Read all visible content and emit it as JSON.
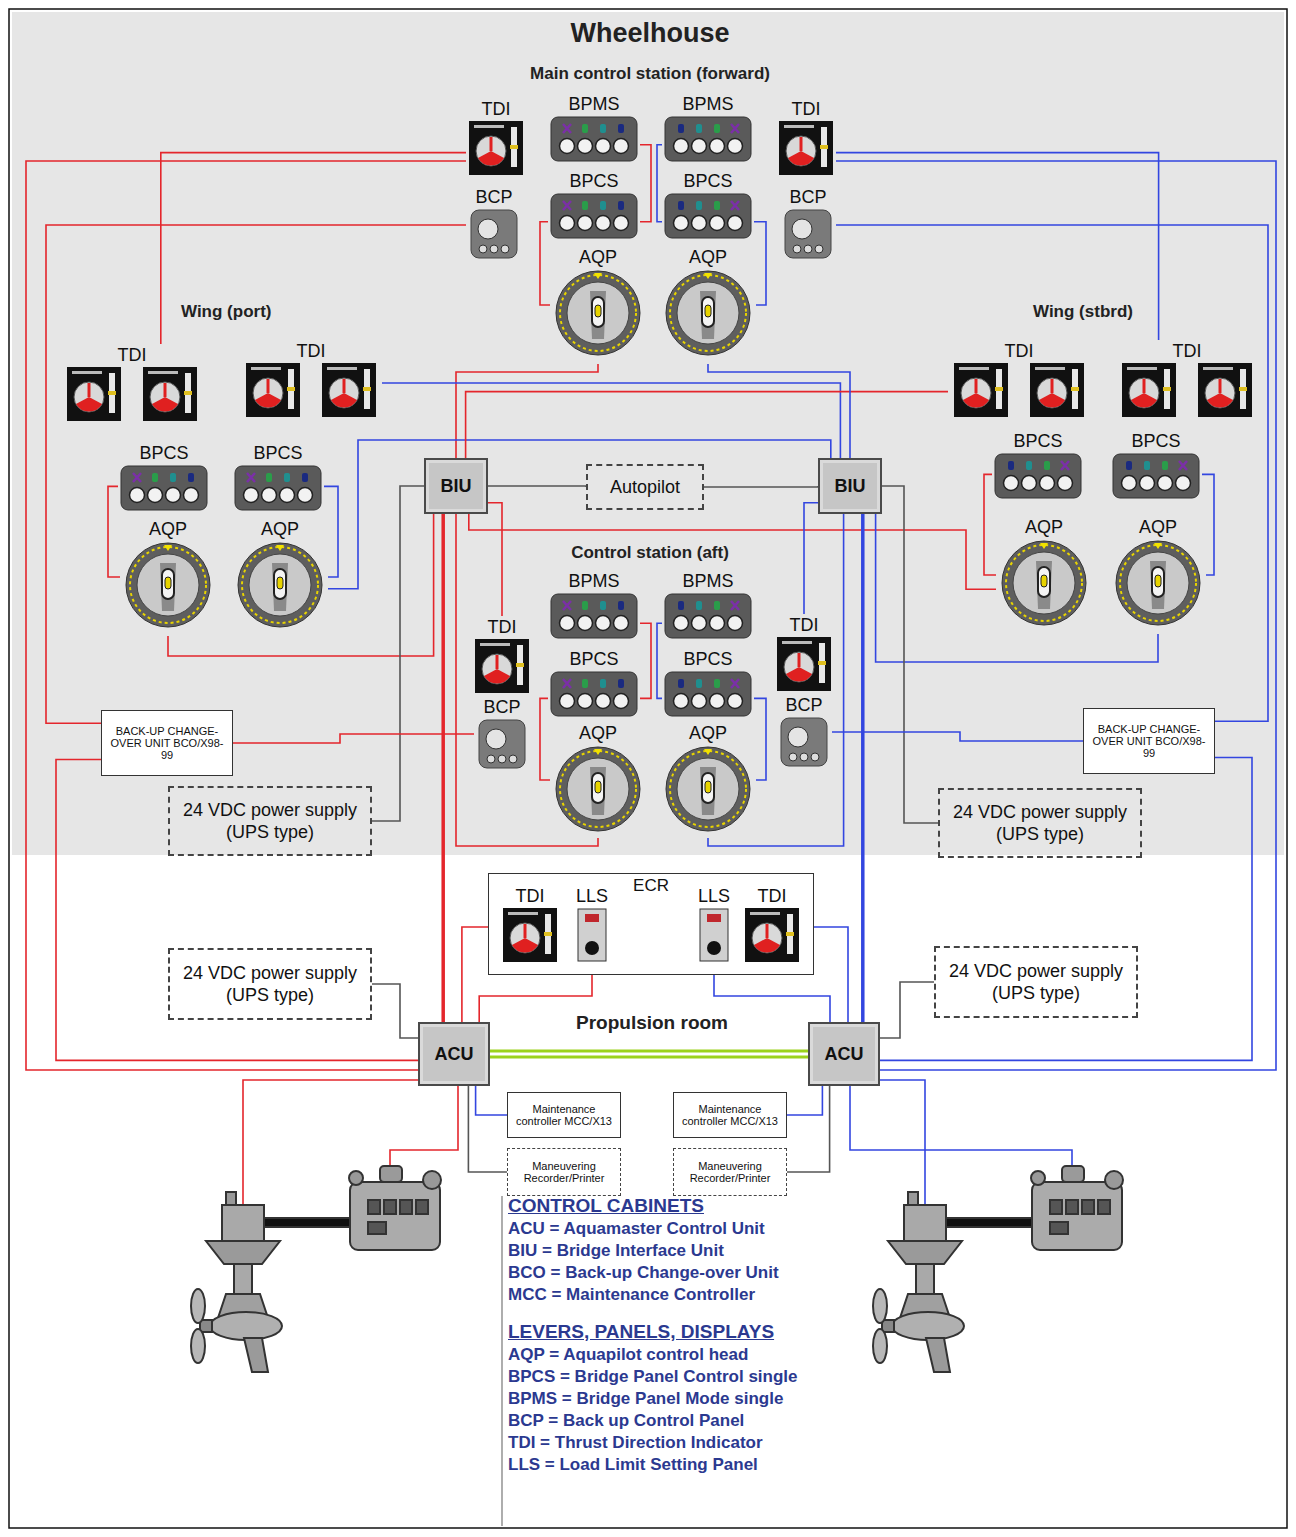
{
  "diagram": {
    "title": "Wheelhouse",
    "nodes": [
      {
        "text": [
          "TDI"
        ]
      },
      {
        "text": [
          "BPMS"
        ]
      },
      {
        "text": [
          "BPMS"
        ]
      },
      {
        "text": [
          "TDI"
        ]
      },
      {
        "text": [
          "BPCS"
        ]
      },
      {
        "text": [
          "BPCS"
        ]
      },
      {
        "text": [
          "BCP"
        ]
      },
      {
        "text": [
          "BCP"
        ]
      },
      {
        "text": [
          "AQP"
        ]
      },
      {
        "text": [
          "AQP"
        ]
      },
      {
        "text": [
          "TDI"
        ]
      },
      {
        "text": [
          "TDI"
        ]
      },
      {
        "text": [
          "BPCS"
        ]
      },
      {
        "text": [
          "BPCS"
        ]
      },
      {
        "text": [
          "AQP"
        ]
      },
      {
        "text": [
          "AQP"
        ]
      },
      {
        "text": [
          "TDI"
        ]
      },
      {
        "text": [
          "TDI"
        ]
      },
      {
        "text": [
          "BPCS"
        ]
      },
      {
        "text": [
          "BPCS"
        ]
      },
      {
        "text": [
          "AQP"
        ]
      },
      {
        "text": [
          "AQP"
        ]
      },
      {
        "text": [
          "BIU"
        ]
      },
      {
        "text": [
          "Autopilot"
        ]
      },
      {
        "text": [
          "BIU"
        ]
      },
      {
        "text": [
          "BPMS"
        ]
      },
      {
        "text": [
          "BPMS"
        ]
      },
      {
        "text": [
          "TDI"
        ]
      },
      {
        "text": [
          "BPCS"
        ]
      },
      {
        "text": [
          "BPCS"
        ]
      },
      {
        "text": [
          "TDI"
        ]
      },
      {
        "text": [
          "BCP"
        ]
      },
      {
        "text": [
          "AQP"
        ]
      },
      {
        "text": [
          "AQP"
        ]
      },
      {
        "text": [
          "BCP"
        ]
      },
      {
        "text": [
          "BACK-UP CHANGE-OVER UNIT BCO/X98-99"
        ]
      },
      {
        "text": [
          "BACK-UP CHANGE-OVER UNIT BCO/X98-99"
        ]
      },
      {
        "text": [
          "24 VDC power supply (UPS type)"
        ]
      },
      {
        "text": [
          "24 VDC power supply (UPS type)"
        ]
      },
      {
        "text": [
          "ECR"
        ]
      },
      {
        "text": [
          "TDI"
        ],
        "in": 39
      },
      {
        "text": [
          "LLS"
        ],
        "in": 39
      },
      {
        "text": [
          "LLS"
        ],
        "in": 39
      },
      {
        "text": [
          "TDI"
        ],
        "in": 39
      },
      {
        "text": [
          "24 VDC power supply (UPS type)"
        ]
      },
      {
        "text": [
          "24 VDC power supply (UPS type)"
        ]
      },
      {
        "text": [
          "ACU"
        ]
      },
      {
        "text": [
          "ACU"
        ]
      },
      {
        "text": [
          "Maintenance controller MCC/X13"
        ]
      },
      {
        "text": [
          "Maintenance controller MCC/X13"
        ]
      },
      {
        "text": [
          "Maneuvering Recorder/Printer"
        ]
      },
      {
        "text": [
          "Maneuvering Recorder/Printer"
        ]
      }
    ],
    "edges": [
      {
        "from": 0,
        "to": 46,
        "arrow": "none"
      },
      {
        "from": 6,
        "to": 35,
        "arrow": "none"
      },
      {
        "from": 1,
        "to": 4,
        "arrow": "none"
      },
      {
        "from": 4,
        "to": 8,
        "arrow": "none"
      },
      {
        "from": 8,
        "to": 22,
        "arrow": "none"
      },
      {
        "from": 22,
        "to": 46,
        "arrow": "none"
      },
      {
        "from": 10,
        "to": 0,
        "arrow": "none"
      },
      {
        "from": 11,
        "to": 24,
        "arrow": "none"
      },
      {
        "from": 12,
        "to": 14,
        "arrow": "none"
      },
      {
        "from": 14,
        "to": 22,
        "arrow": "none"
      },
      {
        "from": 13,
        "to": 15,
        "arrow": "none"
      },
      {
        "from": 15,
        "to": 24,
        "arrow": "none"
      },
      {
        "from": 17,
        "to": 3,
        "arrow": "none"
      },
      {
        "from": 16,
        "to": 22,
        "arrow": "none"
      },
      {
        "from": 18,
        "to": 20,
        "arrow": "none"
      },
      {
        "from": 20,
        "to": 22,
        "arrow": "none"
      },
      {
        "from": 19,
        "to": 21,
        "arrow": "none"
      },
      {
        "from": 21,
        "to": 24,
        "arrow": "none"
      },
      {
        "from": 22,
        "to": 23,
        "arrow": "none"
      },
      {
        "from": 23,
        "to": 24,
        "arrow": "none"
      },
      {
        "from": 37,
        "to": 22,
        "arrow": "none"
      },
      {
        "from": 38,
        "to": 24,
        "arrow": "none"
      },
      {
        "from": 3,
        "to": 47,
        "arrow": "none"
      },
      {
        "from": 7,
        "to": 36,
        "arrow": "none"
      },
      {
        "from": 2,
        "to": 5,
        "arrow": "none"
      },
      {
        "from": 5,
        "to": 9,
        "arrow": "none"
      },
      {
        "from": 9,
        "to": 24,
        "arrow": "none"
      },
      {
        "from": 25,
        "to": 28,
        "arrow": "none"
      },
      {
        "from": 28,
        "to": 32,
        "arrow": "none"
      },
      {
        "from": 32,
        "to": 22,
        "arrow": "none"
      },
      {
        "from": 27,
        "to": 22,
        "arrow": "none"
      },
      {
        "from": 31,
        "to": 35,
        "arrow": "none"
      },
      {
        "from": 35,
        "to": 46,
        "arrow": "none"
      },
      {
        "from": 26,
        "to": 29,
        "arrow": "none"
      },
      {
        "from": 29,
        "to": 33,
        "arrow": "none"
      },
      {
        "from": 33,
        "to": 24,
        "arrow": "none"
      },
      {
        "from": 30,
        "to": 24,
        "arrow": "none"
      },
      {
        "from": 34,
        "to": 36,
        "arrow": "none"
      },
      {
        "from": 36,
        "to": 47,
        "arrow": "none"
      },
      {
        "from": 40,
        "to": 46,
        "arrow": "none"
      },
      {
        "from": 41,
        "to": 46,
        "arrow": "none"
      },
      {
        "from": 43,
        "to": 47,
        "arrow": "none"
      },
      {
        "from": 42,
        "to": 47,
        "arrow": "none"
      },
      {
        "from": 24,
        "to": 47,
        "arrow": "none"
      },
      {
        "from": 44,
        "to": 46,
        "arrow": "none"
      },
      {
        "from": 45,
        "to": 47,
        "arrow": "none"
      },
      {
        "from": 46,
        "to": 47,
        "arrow": "none"
      },
      {
        "from": 46,
        "to": 48,
        "arrow": "none"
      },
      {
        "from": 46,
        "to": 50,
        "arrow": "none"
      },
      {
        "from": 47,
        "to": 49,
        "arrow": "none"
      },
      {
        "from": 47,
        "to": 51,
        "arrow": "none"
      }
    ],
    "labels": [
      "Main control station (forward)",
      "Wing (port)",
      "Wing (stbrd)",
      "Control station (aft)",
      "Propulsion room",
      "CONTROL CABINETS",
      "ACU = Aquamaster Control Unit",
      "BIU = Bridge Interface Unit",
      "BCO = Back-up Change-over Unit",
      "MCC = Maintenance Controller",
      "LEVERS, PANELS, DISPLAYS",
      "AQP = Aquapilot control head",
      "BPCS = Bridge Panel Control single",
      "BPMS = Bridge Panel Mode single",
      "BCP = Back up Control Panel",
      "TDI = Thrust Direction Indicator",
      "LLS = Load Limit Setting Panel"
    ]
  }
}
